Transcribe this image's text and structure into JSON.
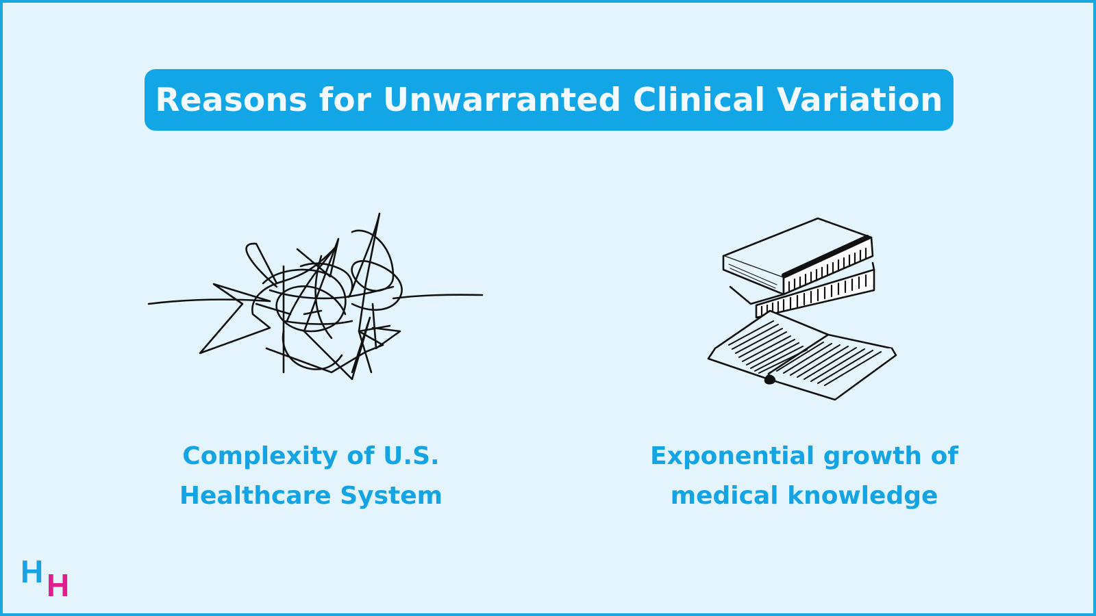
{
  "title": "Reasons for Unwarranted Clinical Variation",
  "items": [
    {
      "icon": "tangled-scribble-icon",
      "caption_line1": "Complexity of U.S.",
      "caption_line2": "Healthcare System"
    },
    {
      "icon": "books-icon",
      "caption_line1": "Exponential growth of",
      "caption_line2": "medical knowledge"
    }
  ],
  "logo": {
    "letter1": "H",
    "letter2": "H"
  },
  "colors": {
    "accent": "#12a6e6",
    "border": "#1aa7e1",
    "background": "#e3f4fd",
    "caption": "#14a3e3",
    "logo_pink": "#e01e8c"
  }
}
